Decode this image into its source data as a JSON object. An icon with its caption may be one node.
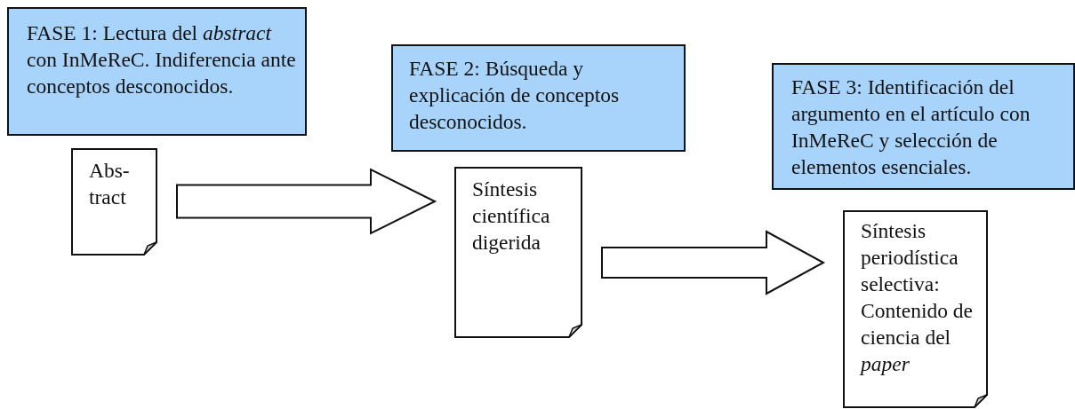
{
  "diagram": {
    "nodes": [
      {
        "text": [
          "FASE 1: Lectura del *abstract* con InMeReC. Indiferencia ante conceptos desconocidos."
        ]
      },
      {
        "text": [
          "Abs- tract"
        ]
      },
      {
        "text": [
          "FASE 2: Búsqueda y explicación de conceptos desconocidos."
        ]
      },
      {
        "text": [
          "Síntesis científica digerida"
        ]
      },
      {
        "text": [
          "FASE 3: Identificación del argumento en el artículo con InMeReC y selección de elementos esenciales."
        ]
      },
      {
        "text": [
          "Síntesis periodística selectiva: Contenido de ciencia del *paper*"
        ]
      }
    ],
    "edges": [
      {
        "from": 1,
        "to": 3,
        "arrow": "to"
      },
      {
        "from": 3,
        "to": 5,
        "arrow": "to"
      }
    ]
  }
}
